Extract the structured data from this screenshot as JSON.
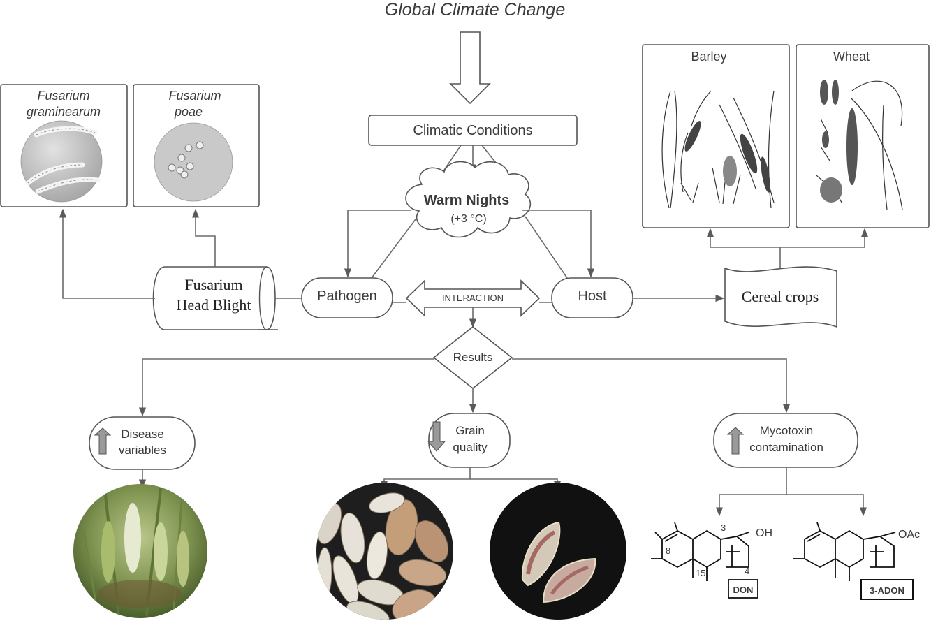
{
  "title": "Global Climate Change",
  "climatic_conditions": "Climatic Conditions",
  "warm_nights": {
    "label": "Warm Nights",
    "value": "(+3 °C)"
  },
  "pathogen": "Pathogen",
  "interaction": "INTERACTION",
  "host": "Host",
  "fusarium_head_blight": {
    "line1": "Fusarium",
    "line2": "Head Blight"
  },
  "cereal_crops": "Cereal crops",
  "pathogens": [
    {
      "genus": "Fusarium",
      "species": "graminearum"
    },
    {
      "genus": "Fusarium",
      "species": "poae"
    }
  ],
  "crops": [
    {
      "label": "Barley"
    },
    {
      "label": "Wheat"
    }
  ],
  "results": "Results",
  "outcomes": [
    {
      "line1": "Disease",
      "line2": "variables",
      "trend": "up"
    },
    {
      "line1": "Grain",
      "line2": "quality",
      "trend": "down"
    },
    {
      "line1": "Mycotoxin",
      "line2": "contamination",
      "trend": "up"
    }
  ],
  "toxins": [
    {
      "name": "DON",
      "substituent": "OH",
      "numbers": [
        "3",
        "4",
        "8",
        "15"
      ]
    },
    {
      "name": "3-ADON",
      "substituent": "OAc"
    }
  ],
  "colors": {
    "line": "#6b6b6b",
    "arrow_fill": "#9a9a9a"
  }
}
